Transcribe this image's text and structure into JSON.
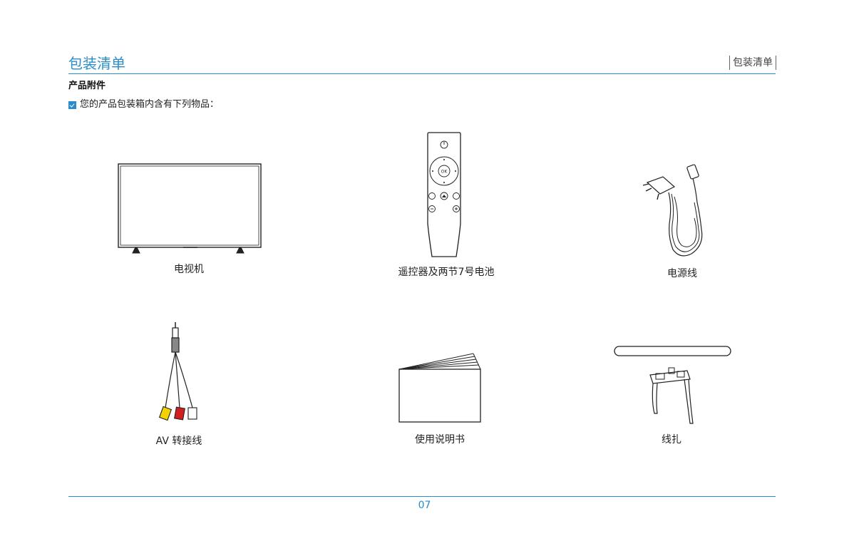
{
  "header": {
    "title": "包装清单",
    "tag": "包装清单"
  },
  "section": {
    "title": "产品附件",
    "intro": "您的产品包装箱内含有下列物品："
  },
  "items": [
    {
      "label": "电视机",
      "icon": "tv-icon"
    },
    {
      "label": "遥控器及两节7号电池",
      "icon": "remote-control-icon"
    },
    {
      "label": "电源线",
      "icon": "power-cord-icon"
    },
    {
      "label": "AV 转接线",
      "icon": "av-cable-icon"
    },
    {
      "label": "使用说明书",
      "icon": "manual-icon"
    },
    {
      "label": "线扎",
      "icon": "cable-tie-icon"
    }
  ],
  "remote": {
    "ok_label": "OK"
  },
  "footer": {
    "page_number": "07"
  }
}
